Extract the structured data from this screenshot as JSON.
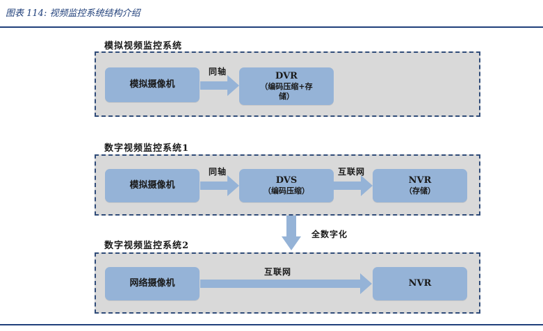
{
  "caption": "图表 114: 视频监控系统结构介绍",
  "systems": [
    {
      "title": "模拟视频监控系统",
      "nodes": [
        {
          "main": "模拟摄像机",
          "sub": ""
        },
        {
          "main": "DVR",
          "sub": "（编码压缩+存",
          "sub2": "储）"
        }
      ],
      "edges": [
        "同轴"
      ]
    },
    {
      "title": "数字视频监控系统1",
      "nodes": [
        {
          "main": "模拟摄像机",
          "sub": ""
        },
        {
          "main": "DVS",
          "sub": "（编码压缩）"
        },
        {
          "main": "NVR",
          "sub": "（存储）"
        }
      ],
      "edges": [
        "同轴",
        "互联网"
      ]
    },
    {
      "title": "数字视频监控系统2",
      "nodes": [
        {
          "main": "网络摄像机",
          "sub": ""
        },
        {
          "main": "NVR",
          "sub": ""
        }
      ],
      "edges": [
        "互联网"
      ]
    }
  ],
  "transition_label": "全数字化",
  "colors": {
    "node": "#95b3d7",
    "panel": "#d9d9d9",
    "border": "#2f4b78",
    "arrow": "#95b3d7",
    "rule": "#1f3f7a"
  }
}
